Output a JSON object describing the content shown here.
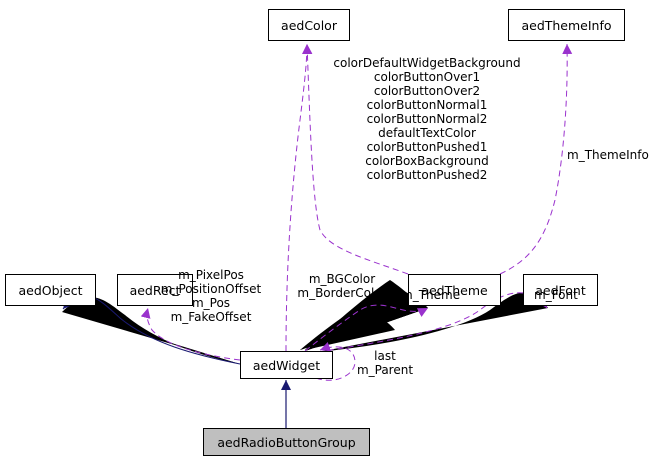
{
  "diagram": {
    "type": "doxygen-collaboration-graph",
    "colors": {
      "inheritance_edge": "#191970",
      "usage_edge": "#9a32cd",
      "current_node_fill": "#bfbfbf",
      "node_fill": "#ffffff"
    },
    "nodes": {
      "aedColor": "aedColor",
      "aedThemeInfo": "aedThemeInfo",
      "aedObject": "aedObject",
      "aedRect": "aedRect",
      "aedTheme": "aedTheme",
      "aedFont": "aedFont",
      "aedWidget": "aedWidget",
      "aedRadioButtonGroup": "aedRadioButtonGroup"
    },
    "edges": [
      {
        "from": "aedRadioButtonGroup",
        "to": "aedWidget",
        "kind": "inheritance",
        "labels": []
      },
      {
        "from": "aedWidget",
        "to": "aedObject",
        "kind": "inheritance",
        "labels": []
      },
      {
        "from": "aedWidget",
        "to": "aedRect",
        "kind": "usage",
        "labels": [
          "m_PixelPos",
          "m_PositionOffset",
          "m_Pos",
          "m_FakeOffset"
        ]
      },
      {
        "from": "aedWidget",
        "to": "aedColor",
        "kind": "usage",
        "labels": [
          "m_BGColor",
          "m_BorderColor"
        ]
      },
      {
        "from": "aedWidget",
        "to": "aedTheme",
        "kind": "usage",
        "labels": [
          "m_Theme"
        ]
      },
      {
        "from": "aedWidget",
        "to": "aedFont",
        "kind": "usage",
        "labels": [
          "m_Font"
        ]
      },
      {
        "from": "aedWidget",
        "to": "aedWidget",
        "kind": "usage",
        "labels": [
          "last",
          "m_Parent"
        ]
      },
      {
        "from": "aedTheme",
        "to": "aedColor",
        "kind": "usage",
        "labels": [
          "colorDefaultWidgetBackground",
          "colorButtonOver1",
          "colorButtonOver2",
          "colorButtonNormal1",
          "colorButtonNormal2",
          "defaultTextColor",
          "colorButtonPushed1",
          "colorBoxBackground",
          "colorButtonPushed2"
        ]
      },
      {
        "from": "aedTheme",
        "to": "aedThemeInfo",
        "kind": "usage",
        "labels": [
          "m_ThemeInfo"
        ]
      }
    ]
  },
  "labels": {
    "theme_colors": [
      "colorDefaultWidgetBackground",
      "colorButtonOver1",
      "colorButtonOver2",
      "colorButtonNormal1",
      "colorButtonNormal2",
      "defaultTextColor",
      "colorButtonPushed1",
      "colorBoxBackground",
      "colorButtonPushed2"
    ],
    "theme_info": "m_ThemeInfo",
    "widget_colors": [
      "m_BGColor",
      "m_BorderColor"
    ],
    "rect_fields": [
      "m_PixelPos",
      "m_PositionOffset",
      "m_Pos",
      "m_FakeOffset"
    ],
    "theme": "m_Theme",
    "font": "m_Font",
    "self": [
      "last",
      "m_Parent"
    ]
  }
}
